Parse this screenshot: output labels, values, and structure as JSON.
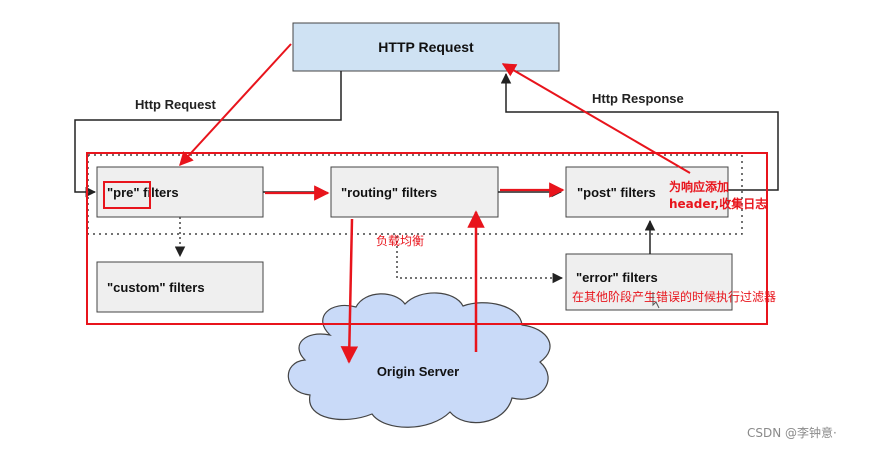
{
  "http_request_box": "HTTP Request",
  "labels": {
    "http_request_edge": "Http Request",
    "http_response_edge": "Http Response"
  },
  "filters": {
    "pre": "\"pre\" filters",
    "routing": "\"routing\" filters",
    "post": "\"post\" filters",
    "custom": "\"custom\" filters",
    "error": "\"error\" filters"
  },
  "origin_server": "Origin Server",
  "annotations": {
    "load_balancing": "负载均衡",
    "post_line1": "为响应添加",
    "post_line2": "header,收集日志",
    "error": "在其他阶段产生错误的时候执行过滤器"
  },
  "watermark": "CSDN @李钟意·",
  "colors": {
    "box_blue": "#cfe2f3",
    "box_gray": "#efefef",
    "cloud": "#c9daf8",
    "annotation_red": "#e8141c"
  }
}
